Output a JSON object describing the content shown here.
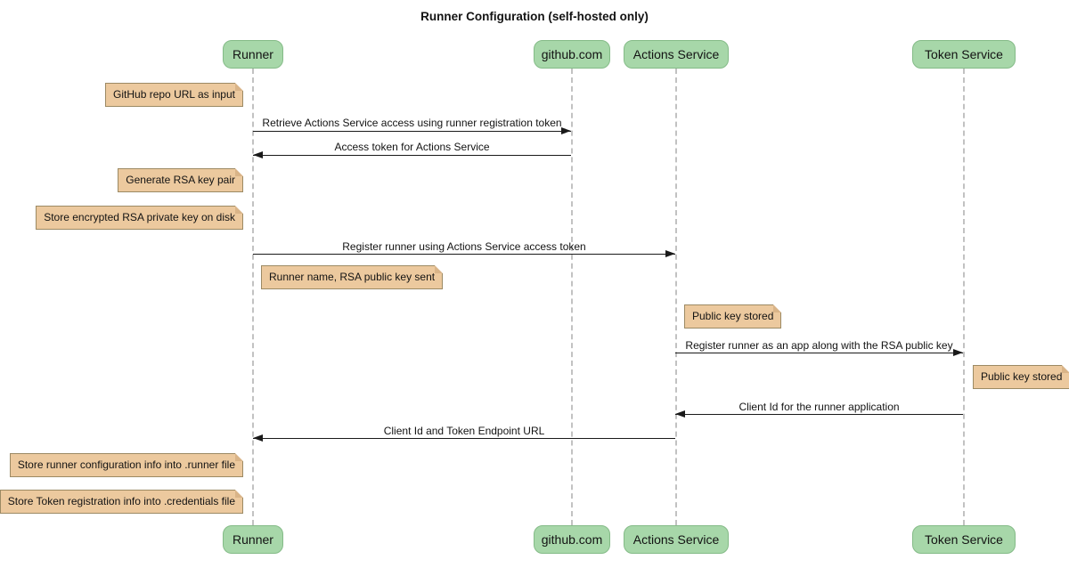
{
  "title": "Runner Configuration (self-hosted only)",
  "participants": [
    {
      "name": "Runner"
    },
    {
      "name": "github.com"
    },
    {
      "name": "Actions Service"
    },
    {
      "name": "Token Service"
    }
  ],
  "messages": [
    {
      "text": "Retrieve Actions Service access using runner registration token",
      "from": "Runner",
      "to": "github.com",
      "direction": "right"
    },
    {
      "text": "Access token for Actions Service",
      "from": "github.com",
      "to": "Runner",
      "direction": "left"
    },
    {
      "text": "Register runner using Actions Service access token",
      "from": "Runner",
      "to": "Actions Service",
      "direction": "right"
    },
    {
      "text": "Register runner as an app along with the RSA public key",
      "from": "Actions Service",
      "to": "Token Service",
      "direction": "right"
    },
    {
      "text": "Client Id for the runner application",
      "from": "Token Service",
      "to": "Actions Service",
      "direction": "left"
    },
    {
      "text": "Client Id and Token Endpoint URL",
      "from": "Actions Service",
      "to": "Runner",
      "direction": "left"
    }
  ],
  "notes": [
    {
      "text": "GitHub repo URL as input",
      "anchor": "left of Runner"
    },
    {
      "text": "Generate RSA key pair",
      "anchor": "left of Runner"
    },
    {
      "text": "Store encrypted RSA private key on disk",
      "anchor": "left of Runner"
    },
    {
      "text": "Runner name, RSA public key sent",
      "anchor": "right of Runner"
    },
    {
      "text": "Public key stored",
      "anchor": "right of Actions Service"
    },
    {
      "text": "Public key stored",
      "anchor": "right of Token Service"
    },
    {
      "text": "Store runner configuration info into .runner file",
      "anchor": "left of Runner"
    },
    {
      "text": "Store Token registration info into .credentials file",
      "anchor": "left of Runner"
    }
  ],
  "colors": {
    "participant_fill": "#a7d7a9",
    "participant_border": "#84bb87",
    "note_fill": "#ecc99e",
    "note_border": "#9c8a64",
    "note_fold": "#d9b488",
    "lifeline": "#c2c2c2",
    "arrow": "#1a1a1a",
    "background": "#ffffff"
  }
}
